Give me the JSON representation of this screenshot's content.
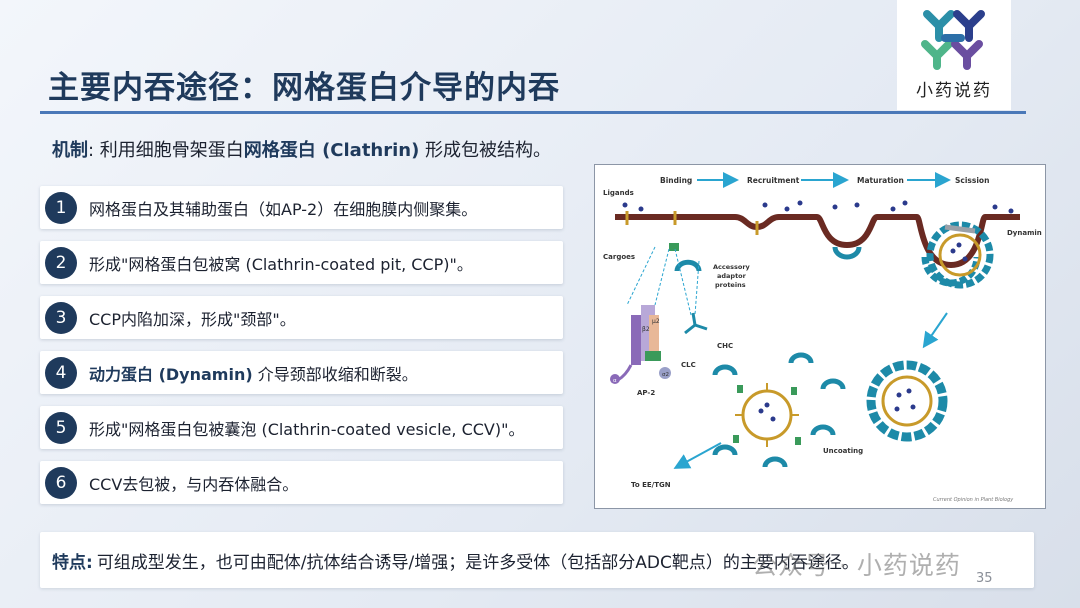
{
  "title": "主要内吞途径：网格蛋白介导的内吞",
  "logo": {
    "text": "小药说药",
    "icon": "molecule-logo-icon"
  },
  "mechanism": {
    "label": "机制",
    "text_before": ": 利用细胞骨架蛋白",
    "highlight": "网格蛋白 (Clathrin)",
    "text_after": " 形成包被结构。"
  },
  "steps": [
    {
      "num": "1",
      "text": "网格蛋白及其辅助蛋白（如AP-2）在细胞膜内侧聚集。",
      "bold": ""
    },
    {
      "num": "2",
      "text": "形成\"网格蛋白包被窝 (Clathrin-coated pit, CCP)\"。",
      "bold": ""
    },
    {
      "num": "3",
      "text": "CCP内陷加深，形成\"颈部\"。",
      "bold": ""
    },
    {
      "num": "4",
      "bold": "动力蛋白 (Dynamin)",
      "text": " 介导颈部收缩和断裂。"
    },
    {
      "num": "5",
      "text": "形成\"网格蛋白包被囊泡 (Clathrin-coated vesicle, CCV)\"。",
      "bold": ""
    },
    {
      "num": "6",
      "text": "CCV去包被，与内吞体融合。",
      "bold": ""
    }
  ],
  "figure": {
    "stages": [
      "Binding",
      "Recruitment",
      "Maturation",
      "Scission"
    ],
    "labels": {
      "ligands": "Ligands",
      "cargoes": "Cargoes",
      "accessory": [
        "Accessory",
        "adaptor",
        "proteins"
      ],
      "chc": "CHC",
      "clc": "CLC",
      "ap2": "AP-2",
      "dynamin": "Dynamin",
      "uncoating": "Uncoating",
      "destination": "To EE/TGN",
      "beta2": "β2",
      "mu2": "μ2",
      "sigma2": "σ2",
      "alpha": "α",
      "credit": "Current Opinion in Plant Biology"
    }
  },
  "footer": {
    "label": "特点:",
    "text": "可组成型发生，也可由配体/抗体结合诱导/增强；是许多受体（包括部分ADC靶点）的主要内吞途径。"
  },
  "watermark": "公众号 · 小药说药",
  "page_number": "35",
  "colors": {
    "title": "#1f3a5c",
    "accent_rule": "#4a78b8",
    "step_badge": "#1f3a5c",
    "membrane": "#6a2a22",
    "clathrin": "#1d8aa8",
    "arrow": "#2aa5d0"
  }
}
